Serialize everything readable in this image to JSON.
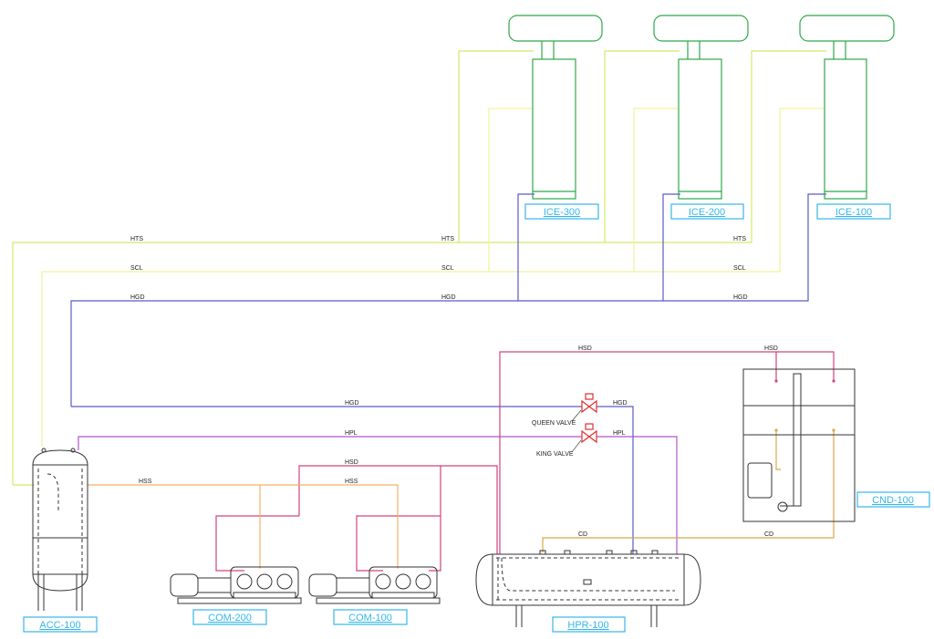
{
  "colors": {
    "hts": "#d7e86a",
    "scl": "#f0f39a",
    "hgd": "#5a5ac8",
    "hpl": "#b156c8",
    "hsd": "#d2447e",
    "hss": "#f2b266",
    "cd": "#d9a84a",
    "equipment_green": "#2fa84a",
    "tag": "#35b6e8",
    "valve": "#e03030"
  },
  "lines": {
    "hts": "HTS",
    "scl": "SCL",
    "hgd": "HGD",
    "hpl": "HPL",
    "hsd": "HSD",
    "hss": "HSS",
    "cd": "CD"
  },
  "valves": {
    "queen": "QUEEN VALVE",
    "king": "KING VALVE"
  },
  "equipment": {
    "ice300": "ICE-300",
    "ice200": "ICE-200",
    "ice100": "ICE-100",
    "acc100": "ACC-100",
    "com200": "COM-200",
    "com100": "COM-100",
    "hpr100": "HPR-100",
    "cnd100": "CND-100"
  }
}
